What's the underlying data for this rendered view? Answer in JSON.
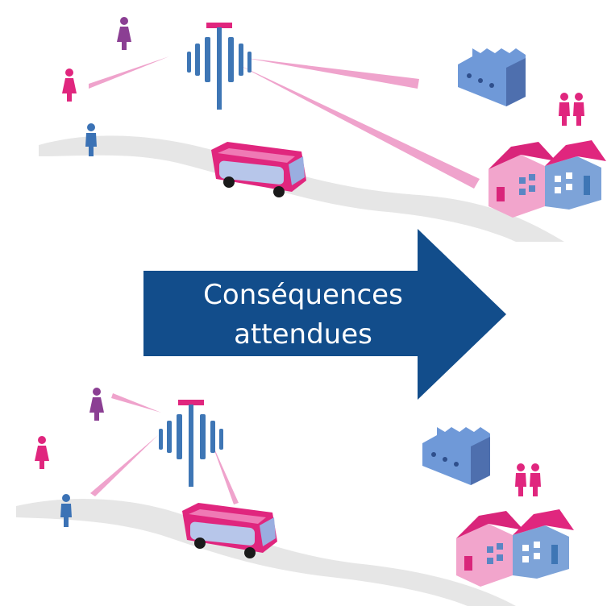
{
  "arrow": {
    "line1": "Conséquences",
    "line2": "attendues",
    "fill_color": "#124d8b",
    "text_color": "#ffffff"
  },
  "palette": {
    "magenta": "#e0267e",
    "pink_light": "#efa3cc",
    "purple": "#8b3f93",
    "blue_person": "#3b72b5",
    "antenna_blue": "#3e76b5",
    "factory_blue": "#6f99d8",
    "factory_shadow": "#4e6fae",
    "house_pink": "#f2a5cc",
    "house_roof": "#d9257a",
    "house_blue": "#7da3d8",
    "window_blue": "#5a86c4",
    "road_grey": "#e6e6e6"
  },
  "icons": [
    "antenna-icon",
    "person-icon",
    "bus-icon",
    "factory-icon",
    "house-icon",
    "signal-beam-icon",
    "road"
  ]
}
